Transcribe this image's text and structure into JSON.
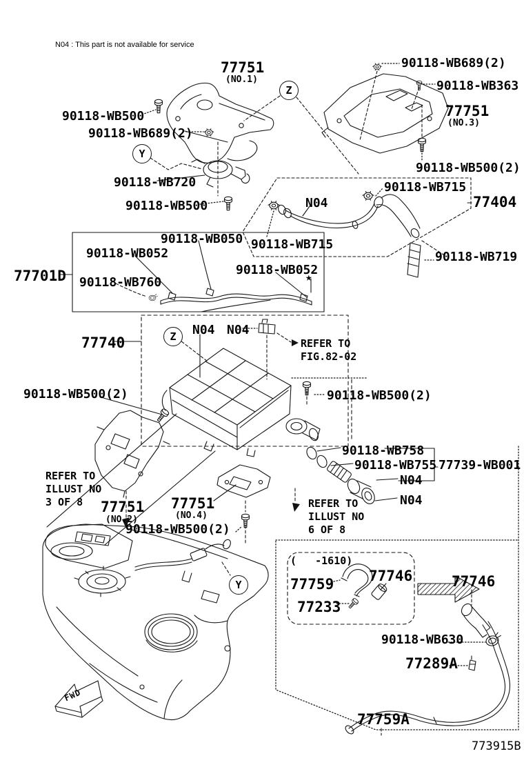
{
  "meta": {
    "note": "N04 : This part is not available for service",
    "figure_code": "773915B",
    "fwd": "FWD",
    "star": "★"
  },
  "callouts": {
    "z": "Z",
    "y": "Y"
  },
  "refs": {
    "fig": "REFER TO\nFIG.82-02",
    "illust3": "REFER TO\nILLUST NO\n3 OF 8",
    "illust6": "REFER TO\nILLUST NO\n6 OF 8"
  },
  "variant_range": "(   -1610)",
  "parts": {
    "p77751_no1": "77751",
    "p77751_no1_sub": "(NO.1)",
    "p77751_no3": "77751",
    "p77751_no3_sub": "(NO.3)",
    "p77751_no2": "77751",
    "p77751_no2_sub": "(NO.2)",
    "p77751_no4": "77751",
    "p77751_no4_sub": "(NO.4)",
    "wb689_top": "90118-WB689(2)",
    "wb363": "90118-WB363",
    "wb500_left_top": "90118-WB500",
    "wb689_mid": "90118-WB689(2)",
    "wb720": "90118-WB720",
    "wb500_left_mid": "90118-WB500",
    "wb500_2_top": "90118-WB500(2)",
    "wb715_upper": "90118-WB715",
    "n04_hose": "N04",
    "p77404": "77404",
    "wb715_lower": "90118-WB715",
    "wb719": "90118-WB719",
    "wb050": "90118-WB050",
    "wb052_left": "90118-WB052",
    "p77701d": "77701D",
    "wb760": "90118-WB760",
    "wb052_right": "90118-WB052",
    "p77740": "77740",
    "n04_canister_left": "N04",
    "n04_canister_right": "N04",
    "wb500_2_left": "90118-WB500(2)",
    "wb500_2_right": "90118-WB500(2)",
    "wb758": "90118-WB758",
    "wb755": "90118-WB755",
    "p77739": "77739-WB001",
    "n04_tube_upper": "N04",
    "n04_tube_lower": "N04",
    "wb500_2_bottom": "90118-WB500(2)",
    "p77759": "77759",
    "p77746_boxed": "77746",
    "p77233": "77233",
    "p77746_right": "77746",
    "wb630": "90118-WB630",
    "p77289a": "77289A",
    "p77759a": "77759A"
  }
}
